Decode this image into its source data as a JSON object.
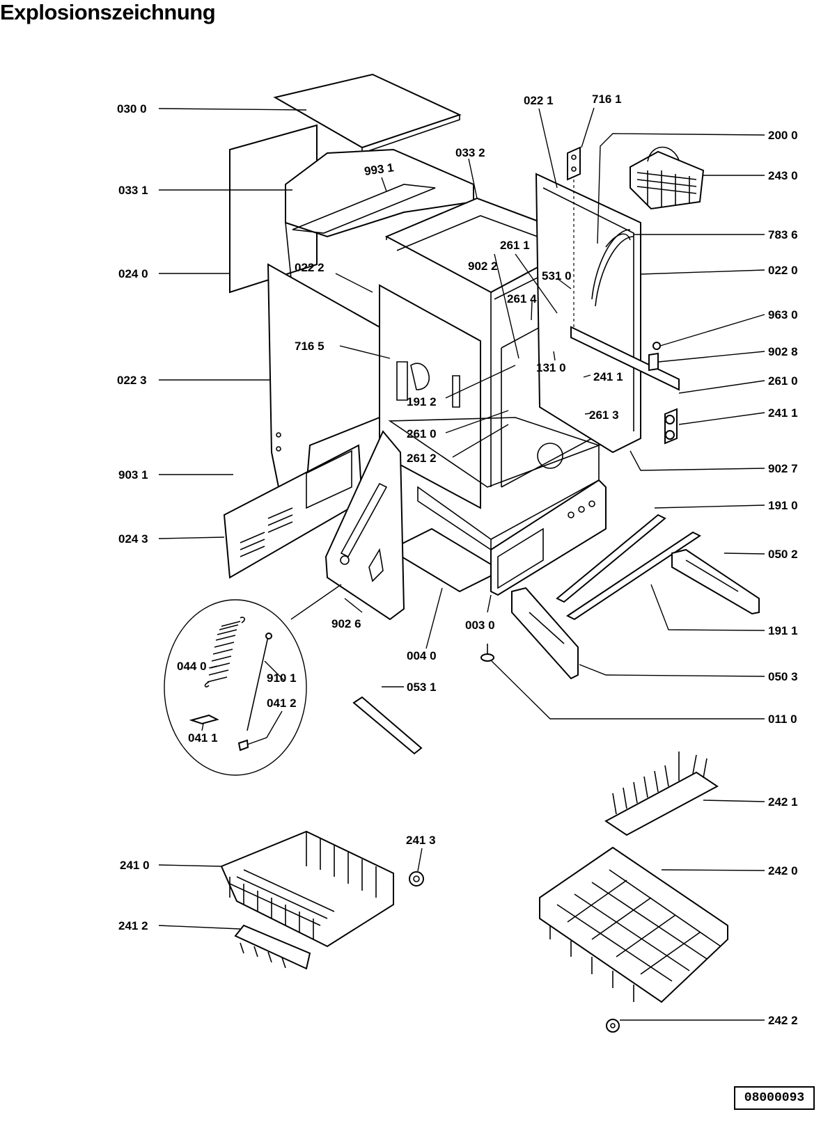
{
  "title": "Explosionszeichnung",
  "document_number": "08000093",
  "labels": {
    "l0300": "030 0",
    "l0331": "033 1",
    "l0240": "024 0",
    "l0223": "022 3",
    "l9031": "903 1",
    "l0243": "024 3",
    "l9931": "993 1",
    "l0222": "022 2",
    "l7165": "716 5",
    "l1912": "191 2",
    "l2610b": "261 0",
    "l2612": "261 2",
    "l9026": "902 6",
    "l0040": "004 0",
    "l0030": "003 0",
    "l0332": "033 2",
    "l0221": "022 1",
    "l7161": "716 1",
    "l2611": "261 1",
    "l9022": "902 2",
    "l5310": "531 0",
    "l2614": "261 4",
    "l1310": "131 0",
    "l2411a": "241 1",
    "l2613": "261 3",
    "l2000": "200 0",
    "l2430": "243 0",
    "l7836": "783 6",
    "l0220": "022 0",
    "l9630": "963 0",
    "l9028": "902 8",
    "l2610a": "261 0",
    "l2411b": "241 1",
    "l9027": "902 7",
    "l1910": "191 0",
    "l0502": "050 2",
    "l1911": "191 1",
    "l0503": "050 3",
    "l0110": "011 0",
    "l0531": "053 1",
    "l0440": "044 0",
    "l9101": "910 1",
    "l0412": "041 2",
    "l0411": "041 1",
    "l2413": "241 3",
    "l2410": "241 0",
    "l2412": "241 2",
    "l2421": "242 1",
    "l2420": "242 0",
    "l2422": "242 2"
  }
}
